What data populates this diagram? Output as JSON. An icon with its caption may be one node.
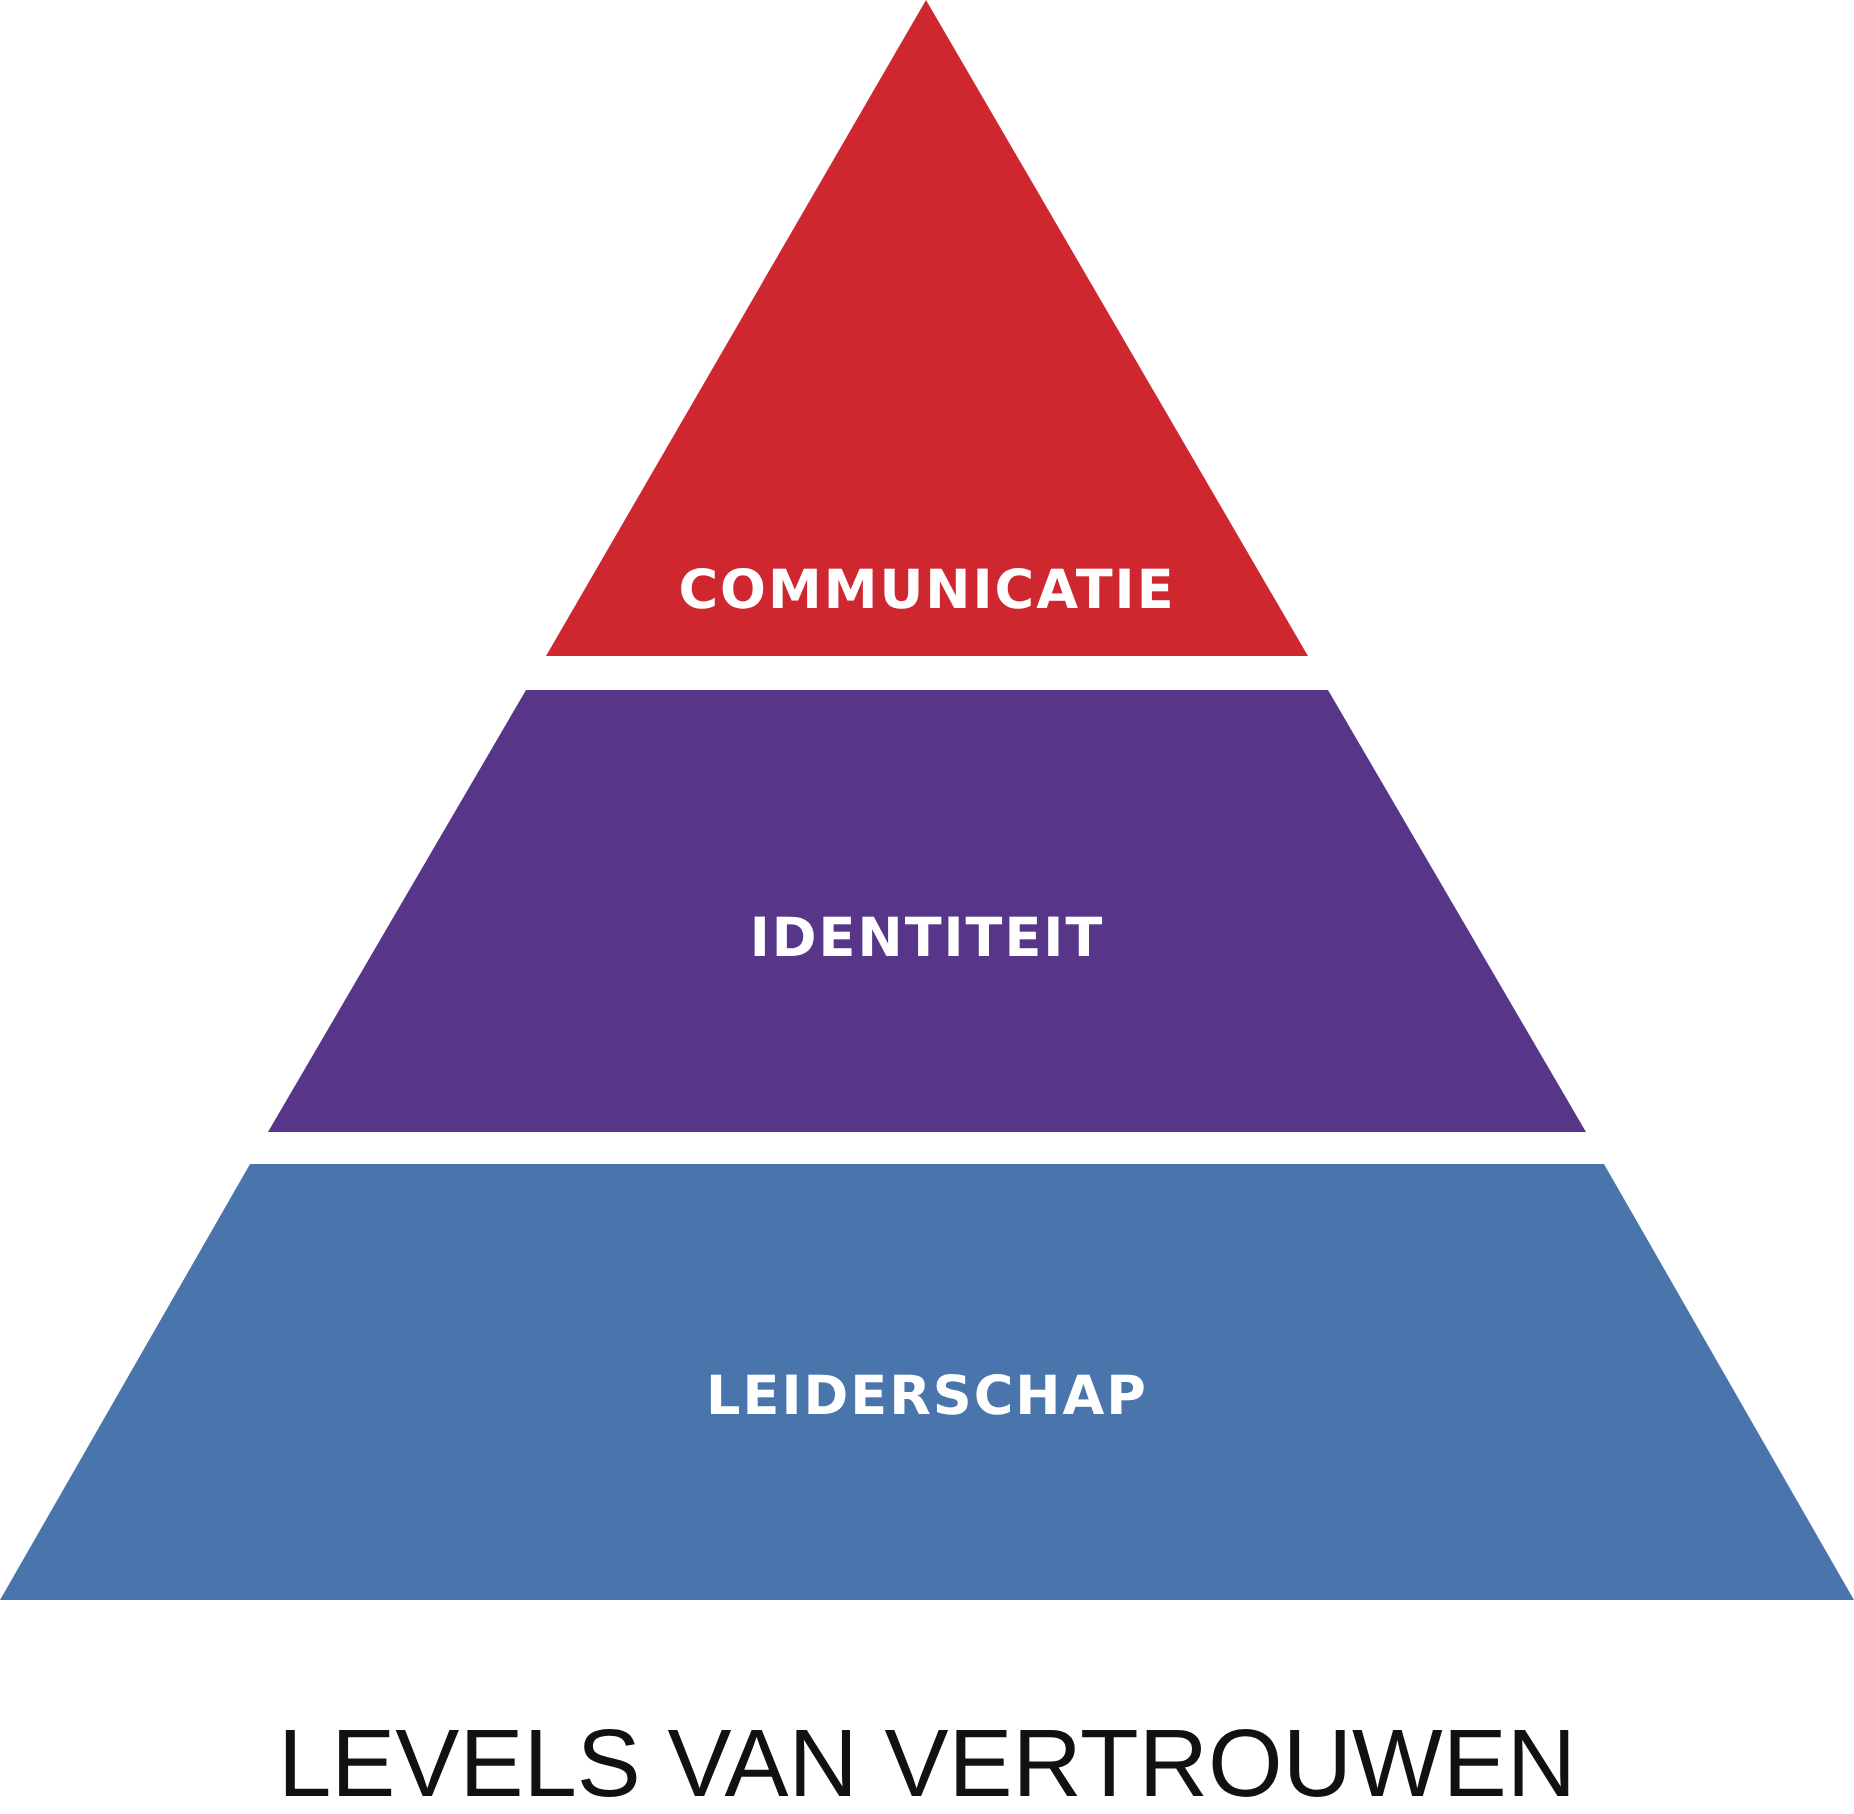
{
  "diagram": {
    "title": "LEVELS VAN VERTROUWEN",
    "nodes": [
      {
        "text": [
          "COMMUNICATIE"
        ]
      },
      {
        "text": [
          "IDENTITEIT"
        ]
      },
      {
        "text": [
          "LEIDERSCHAP"
        ]
      }
    ]
  }
}
